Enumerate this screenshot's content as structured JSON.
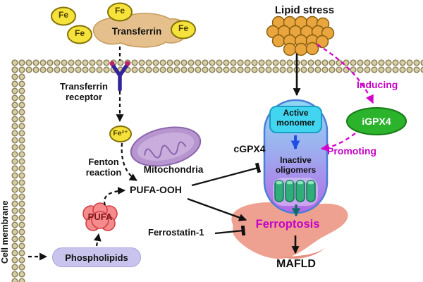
{
  "title": "Lipid stress / GPX4 ferroptosis pathway diagram",
  "labels": {
    "lipid_stress": "Lipid stress",
    "transferrin": "Transferrin",
    "fe": "Fe",
    "fe2": "Fe²⁺",
    "transferrin_receptor": "Transferrin receptor",
    "cell_membrane": "Cell membrane",
    "mitochondria": "Mitochondria",
    "fenton_reaction": "Fenton reaction",
    "pufa_ooh": "PUFA-OOH",
    "pufa": "PUFA",
    "phospholipids": "Phospholipids",
    "ferrostatin": "Ferrostatin-1",
    "ferroptosis": "Ferroptosis",
    "mafld": "MAFLD",
    "active_monomer": "Active monomer",
    "cgpx4": "cGPX4",
    "inactive_oligomers": "Inactive oligomers",
    "igpx4": "iGPX4",
    "inducing": "Inducing",
    "promoting": "Promoting"
  },
  "colors": {
    "magenta_accent": "#c403c4",
    "fe_gold": "#f5e23a",
    "transferrin_tan": "#e5c08d",
    "membrane_bead": "#d9cfa4",
    "receptor_purple": "#33249a",
    "mitochondria_purple": "#b795cf",
    "pufa_red": "#f58b8d",
    "phospholipid_lavender": "#c9c4ee",
    "capsule_blue_top": "#8fd8f4",
    "capsule_purple_bottom": "#b468e6",
    "active_monomer_cyan": "#41d5f0",
    "oligomer_green": "#31ad7c",
    "igpx4_green": "#2bb32b",
    "lipid_droplet_orange": "#eaa63e",
    "liver_pink": "#efa191"
  }
}
